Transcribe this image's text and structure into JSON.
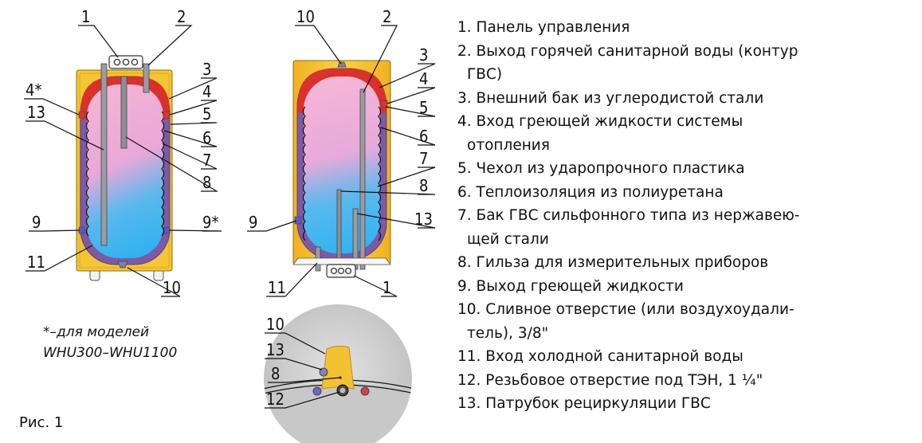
{
  "callouts_left": [
    "1",
    "2",
    "3",
    "4",
    "5",
    "6",
    "7",
    "8",
    "9*",
    "10",
    "11",
    "9",
    "13",
    "4*"
  ],
  "callouts_right": [
    "10",
    "2",
    "3",
    "4",
    "5",
    "6",
    "7",
    "8",
    "13",
    "1",
    "11",
    "9"
  ],
  "callouts_detail": [
    "10",
    "13",
    "8",
    "12"
  ],
  "note": {
    "line1": "*–для моделей",
    "line2": "WHU300–WHU1100"
  },
  "figure_label": "Рис. 1",
  "legend": [
    {
      "text": "1. Панель управления",
      "cont": ""
    },
    {
      "text": "2. Выход горячей санитарной воды (контур",
      "cont": "ГВС)"
    },
    {
      "text": "3. Внешний бак из углеродистой стали",
      "cont": ""
    },
    {
      "text": "4. Вход греющей жидкости системы",
      "cont": "отопления"
    },
    {
      "text": "5. Чехол из ударопрочного пластика",
      "cont": ""
    },
    {
      "text": "6. Теплоизоляция из полиуретана",
      "cont": ""
    },
    {
      "text": "7. Бак ГВС сильфонного типа из нержавею-",
      "cont": "щей стали"
    },
    {
      "text": "8. Гильза для измерительных приборов",
      "cont": ""
    },
    {
      "text": "9. Выход греющей жидкости",
      "cont": ""
    },
    {
      "text": "10. Сливное отверстие (или воздухоудали-",
      "cont": "тель), 3/8\""
    },
    {
      "text": "11. Вход холодной санитарной воды",
      "cont": ""
    },
    {
      "text": "12. Резьбовое отверстие под ТЭН, 1 ¼\"",
      "cont": ""
    },
    {
      "text": "13. Патрубок рециркуляции ГВС",
      "cont": ""
    }
  ],
  "colors": {
    "casing": "#f4c534",
    "outer_tank": "#d8322c",
    "inner_tank_top": "#f3a6cc",
    "inner_tank_bottom": "#39b6ee",
    "bellows": "#6a4fa0",
    "detail_bg": "#cfcfcf"
  }
}
